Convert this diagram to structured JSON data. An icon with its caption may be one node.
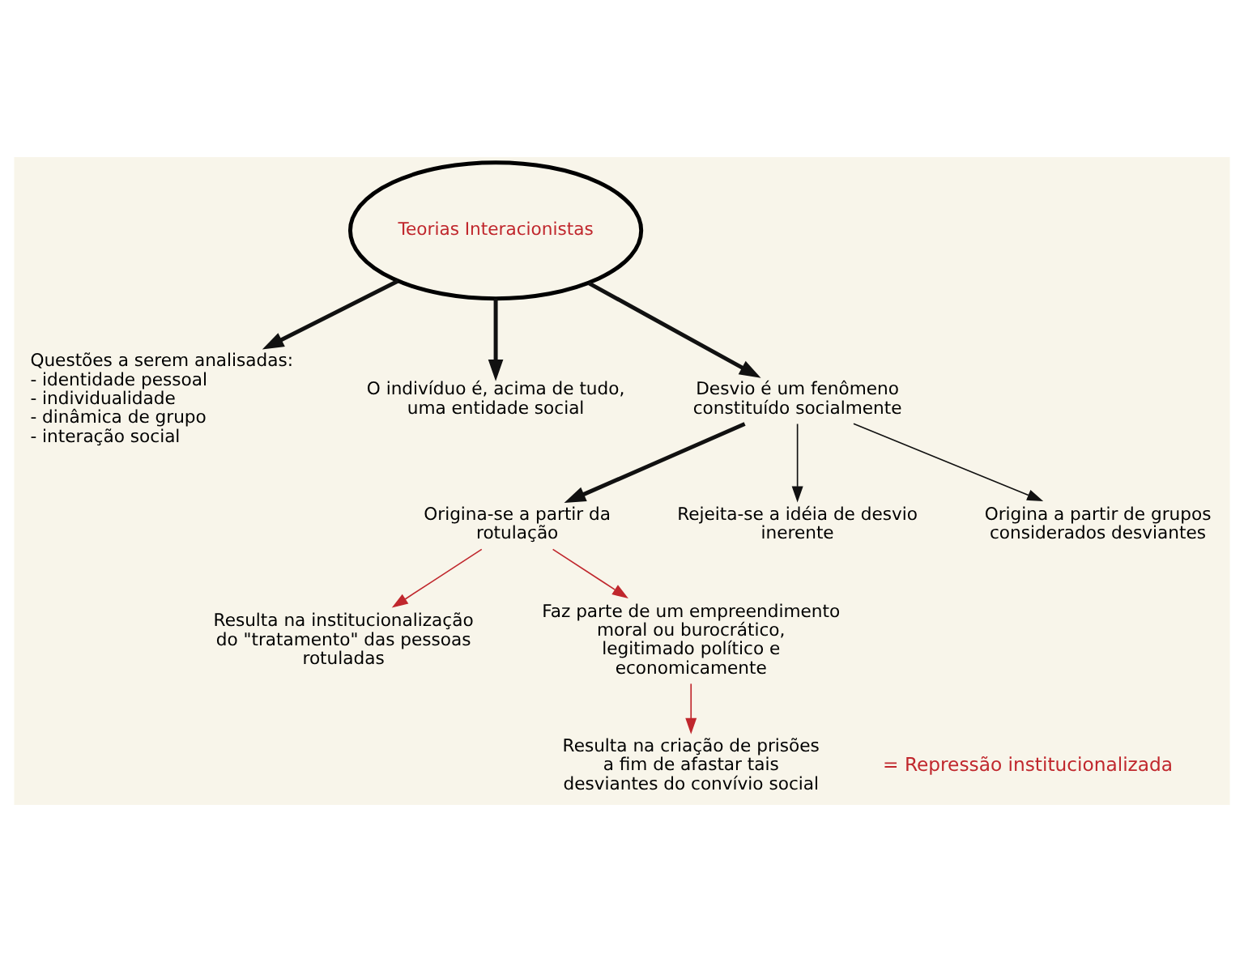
{
  "diagram": {
    "nodes": [
      {
        "text": [
          "Teorias Interacionistas"
        ]
      },
      {
        "text": [
          "Questões a serem analisadas:",
          "- identidade pessoal",
          "- individualidade",
          "- dinâmica de grupo",
          "- interação social"
        ]
      },
      {
        "text": [
          "O indivíduo é, acima de tudo, uma entidade social"
        ]
      },
      {
        "text": [
          "Desvio é um fenômeno constituído socialmente"
        ]
      },
      {
        "text": [
          "Origina-se a partir da rotulação"
        ]
      },
      {
        "text": [
          "Resulta na institucionalização do \"tratamento\" das pessoas rotuladas"
        ]
      },
      {
        "text": [
          "Faz parte de um empreendimento moral ou burocrático, legitimado político e economicamente"
        ]
      },
      {
        "text": [
          "Resulta na criação de prisões a fim de afastar tais desviantes do convívio social"
        ]
      },
      {
        "text": [
          "Rejeita-se a idéia de desvio inerente"
        ]
      },
      {
        "text": [
          "Origina a partir de grupos considerados desviantes"
        ]
      }
    ],
    "edges": [
      {
        "from": 0,
        "to": 1,
        "arrow": "to",
        "style": "thick"
      },
      {
        "from": 0,
        "to": 2,
        "arrow": "to",
        "style": "thick"
      },
      {
        "from": 0,
        "to": 3,
        "arrow": "to",
        "style": "thick"
      },
      {
        "from": 3,
        "to": 4,
        "arrow": "to",
        "style": "thick"
      },
      {
        "from": 3,
        "to": 8,
        "arrow": "to"
      },
      {
        "from": 3,
        "to": 9,
        "arrow": "to"
      },
      {
        "from": 4,
        "to": 5,
        "arrow": "to",
        "color": "#c0272d"
      },
      {
        "from": 4,
        "to": 6,
        "arrow": "to",
        "color": "#c0272d"
      },
      {
        "from": 6,
        "to": 7,
        "arrow": "to",
        "color": "#c0272d"
      }
    ],
    "labels": [
      "= Repressão institucionalizada"
    ]
  }
}
